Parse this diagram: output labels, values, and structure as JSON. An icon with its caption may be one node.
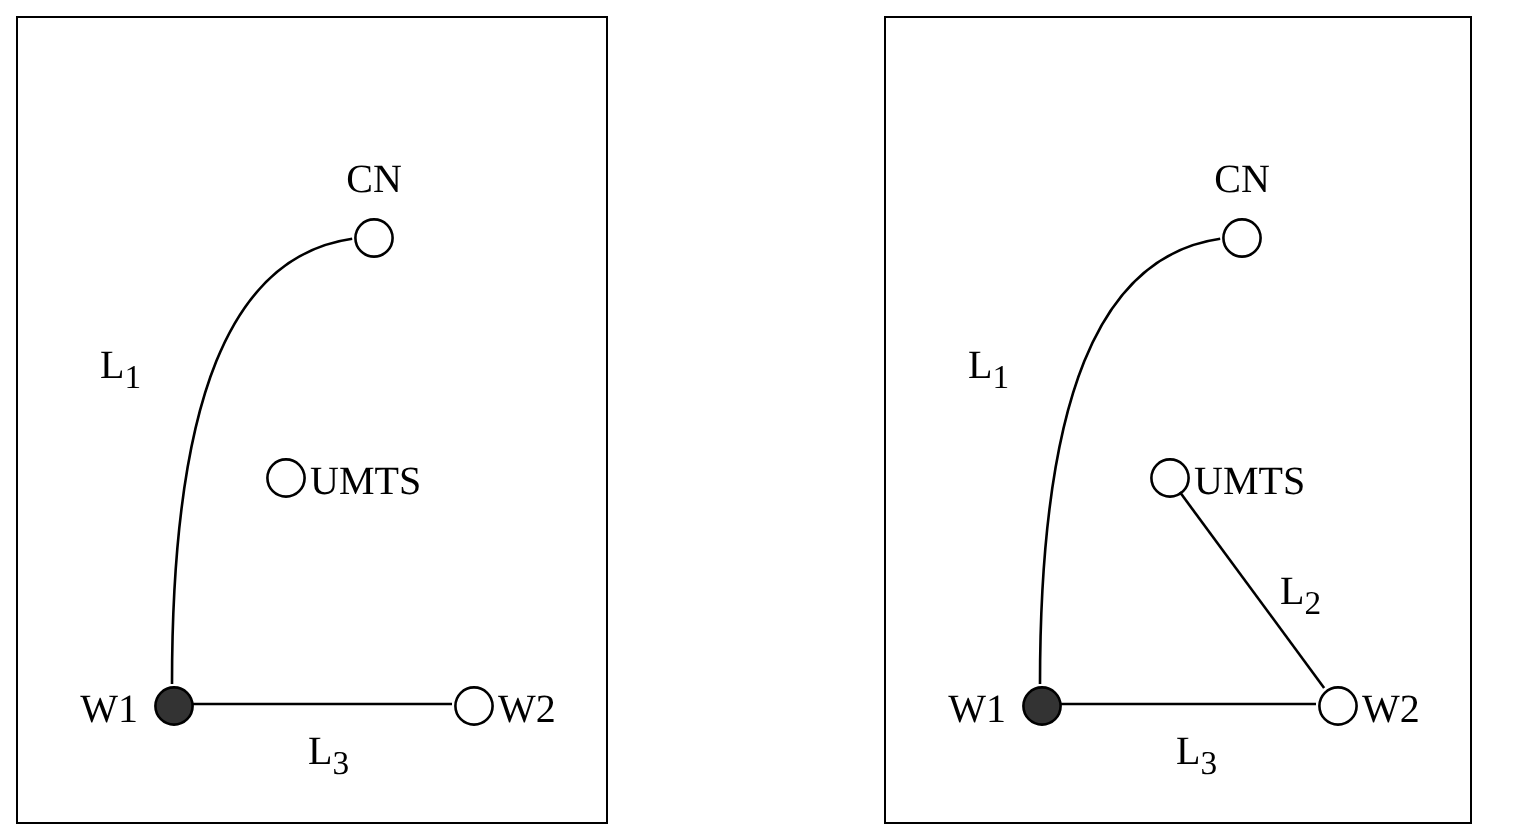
{
  "diagram": {
    "nodes": [
      {
        "text": [],
        "shape": "box"
      },
      {
        "text": [
          "CN"
        ],
        "in": 0
      },
      {
        "text": [
          "UMTS"
        ],
        "in": 0
      },
      {
        "text": [
          "W1"
        ],
        "in": 0
      },
      {
        "text": [
          "W2"
        ],
        "in": 0
      },
      {
        "text": [],
        "shape": "box"
      },
      {
        "text": [
          "CN"
        ],
        "in": 5
      },
      {
        "text": [
          "UMTS"
        ],
        "in": 5
      },
      {
        "text": [
          "W1"
        ],
        "in": 5
      },
      {
        "text": [
          "W2"
        ],
        "in": 5
      }
    ],
    "edges": [
      {
        "from": 3,
        "to": 1,
        "arrow": "none",
        "label": "L$_{1}$"
      },
      {
        "from": 3,
        "to": 4,
        "arrow": "none",
        "label": "L$_{3}$"
      },
      {
        "from": 8,
        "to": 6,
        "arrow": "none",
        "label": "L$_{1}$"
      },
      {
        "from": 7,
        "to": 9,
        "arrow": "none",
        "label": "L$_{2}$"
      },
      {
        "from": 8,
        "to": 9,
        "arrow": "none",
        "label": "L$_{3}$"
      }
    ]
  }
}
